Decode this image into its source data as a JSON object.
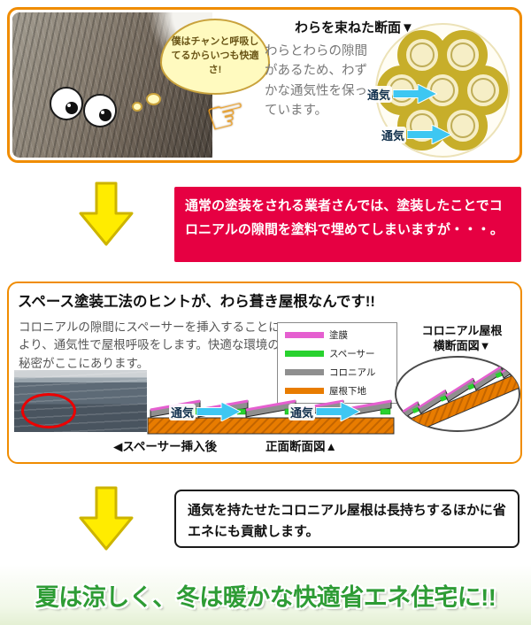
{
  "panel1": {
    "caption": "わらを束ねた断面▼",
    "bubble": "僕はチャンと呼吸してるからいつも快適さ!",
    "body": "わらとわらの隙間があるため、わずかな通気性を保っています。",
    "vent": "通気"
  },
  "red_callout": {
    "text": "通常の塗装をされる業者さんでは、塗装したことでコロニアルの隙間を塗料で埋めてしまいますが・・・。"
  },
  "panel2": {
    "title": "スペース塗装工法のヒントが、わら葺き屋根なんです!!",
    "body": "コロニアルの隙間にスペーサーを挿入することにより、通気性で屋根呼吸をします。快適な環境の秘密がここにあります。",
    "legend": [
      {
        "label": "塗膜",
        "color": "#e55fd0"
      },
      {
        "label": "スペーサー",
        "color": "#28d22e"
      },
      {
        "label": "コロニアル",
        "color": "#8f8f8f"
      },
      {
        "label": "屋根下地",
        "color": "#e87c00"
      }
    ],
    "oval_caption_line1": "コロニアル屋根",
    "oval_caption_line2": "横断面図▼",
    "vent": "通気",
    "caption_after": "◀スペーサー挿入後",
    "caption_front": "正面断面図▲"
  },
  "white_callout": {
    "text": "通気を持たせたコロニアル屋根は長持ちするほかに省エネにも貢献します。"
  },
  "footer": {
    "text": "夏は涼しく、冬は暖かな快適省エネ住宅に!!"
  },
  "icons": {
    "pointing_hand": "☞"
  },
  "colors": {
    "panel_border": "#f08c00",
    "red_box": "#e60042",
    "arrow_yellow": "#ffec00",
    "vent_cyan": "#3ec7f2",
    "footer_green": "#2e9c35",
    "legend_paint": "#e55fd0",
    "legend_spacer": "#28d22e",
    "legend_colonial": "#8f8f8f",
    "legend_base": "#e87c00"
  }
}
